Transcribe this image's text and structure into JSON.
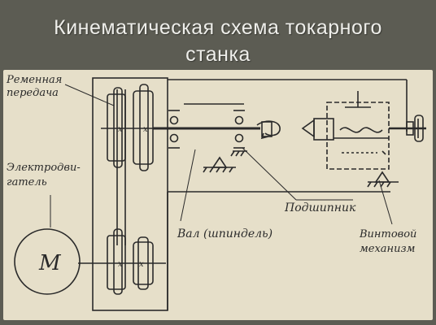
{
  "slide": {
    "title_line_1": "Кинематическая схема токарного",
    "title_line_2": "станка",
    "background_color": "#5c5c53",
    "title_color": "#eeeeea"
  },
  "scheme": {
    "paper_color": "#e6dfc9",
    "ink_color": "#2a2a2a",
    "labels": {
      "belt_drive_1": "Ременная",
      "belt_drive_2": "передача",
      "motor_1": "Электродви-",
      "motor_2": "гатель",
      "motor_symbol": "М",
      "bearing": "Подшипник",
      "shaft": "Вал (шпиндель)",
      "screw_1": "Винтовой",
      "screw_2": "механизм"
    }
  }
}
